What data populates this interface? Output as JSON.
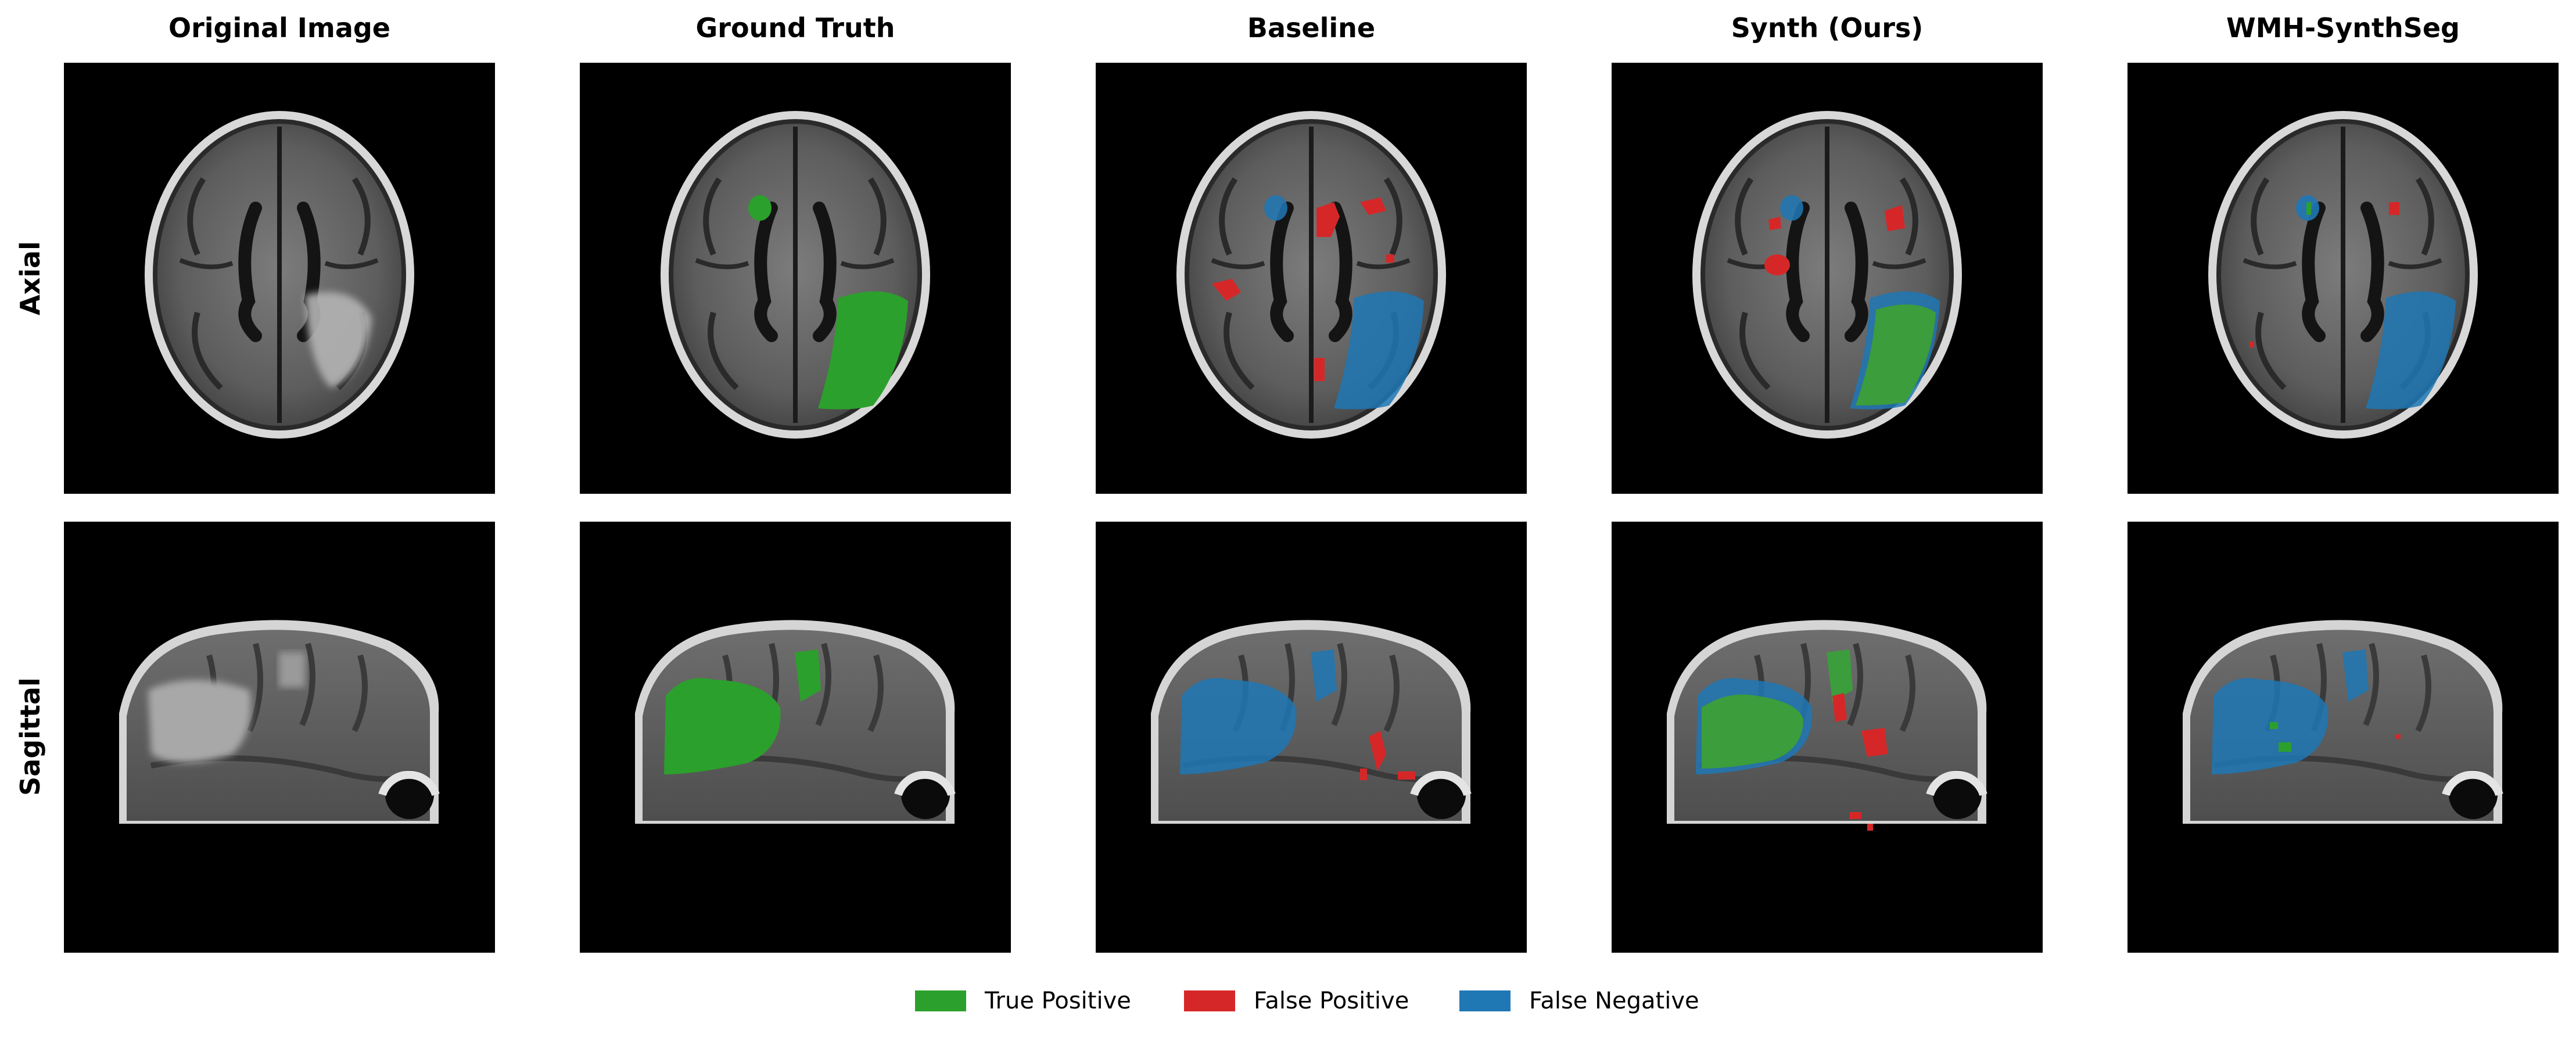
{
  "columns": [
    {
      "id": "original",
      "title": "Original Image"
    },
    {
      "id": "gt",
      "title": "Ground Truth"
    },
    {
      "id": "baseline",
      "title": "Baseline"
    },
    {
      "id": "synth",
      "title": "Synth (Ours)"
    },
    {
      "id": "wmh",
      "title": "WMH-SynthSeg"
    }
  ],
  "rows": [
    {
      "id": "axial",
      "title": "Axial"
    },
    {
      "id": "sagittal",
      "title": "Sagittal"
    }
  ],
  "legend": [
    {
      "label": "True Positive",
      "color": "#2ca02c"
    },
    {
      "label": "False Positive",
      "color": "#d62728"
    },
    {
      "label": "False Negative",
      "color": "#1f77b4"
    }
  ]
}
